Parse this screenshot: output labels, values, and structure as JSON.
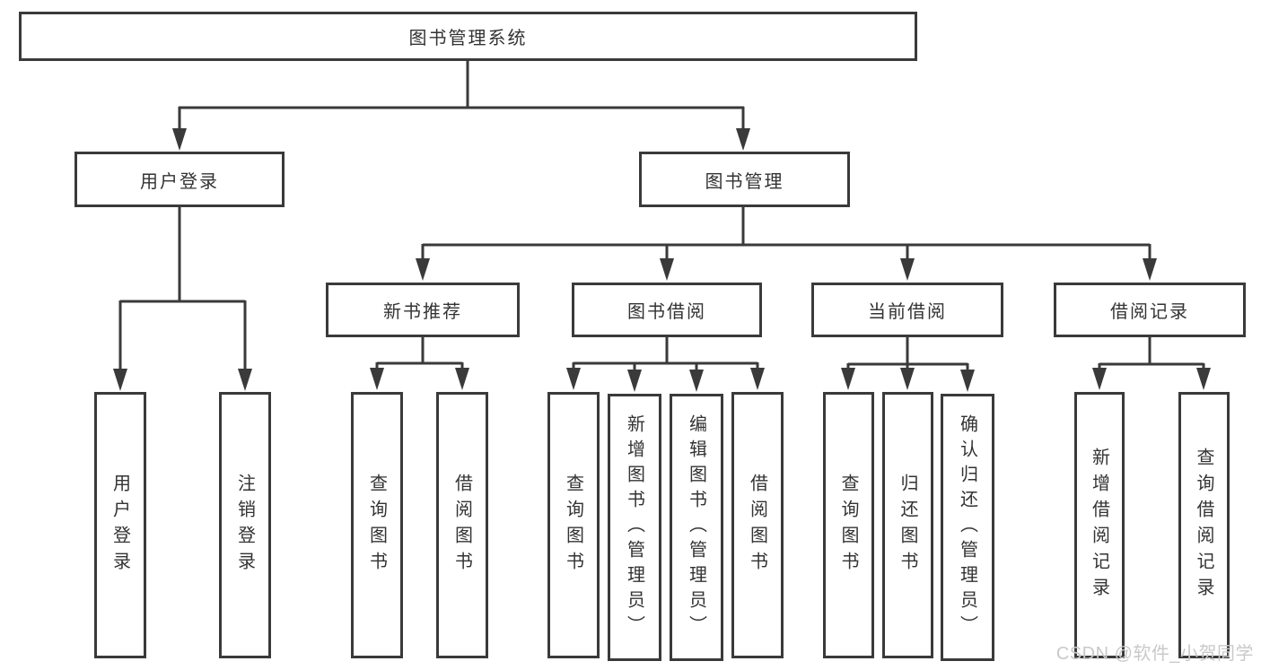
{
  "tree": {
    "root": {
      "label": "图书管理系统",
      "children": [
        {
          "label": "用户登录",
          "children": [
            {
              "label": "用户登录"
            },
            {
              "label": "注销登录"
            }
          ]
        },
        {
          "label": "图书管理",
          "children": [
            {
              "label": "新书推荐",
              "children": [
                {
                  "label": "查询图书"
                },
                {
                  "label": "借阅图书"
                }
              ]
            },
            {
              "label": "图书借阅",
              "children": [
                {
                  "label": "查询图书"
                },
                {
                  "label": "新增图书（管理员）"
                },
                {
                  "label": "编辑图书（管理员）"
                },
                {
                  "label": "借阅图书"
                }
              ]
            },
            {
              "label": "当前借阅",
              "children": [
                {
                  "label": "查询图书"
                },
                {
                  "label": "归还图书"
                },
                {
                  "label": "确认归还（管理员）"
                }
              ]
            },
            {
              "label": "借阅记录",
              "children": [
                {
                  "label": "新增借阅记录"
                },
                {
                  "label": "查询借阅记录"
                }
              ]
            }
          ]
        }
      ]
    }
  },
  "watermark": {
    "text": "CSDN @软件_小贺同学"
  },
  "colors": {
    "line": "#3a3a3a",
    "box_border": "#3a3a3a",
    "text": "#333333",
    "watermark": "#c9c9c9",
    "background": "#ffffff"
  }
}
